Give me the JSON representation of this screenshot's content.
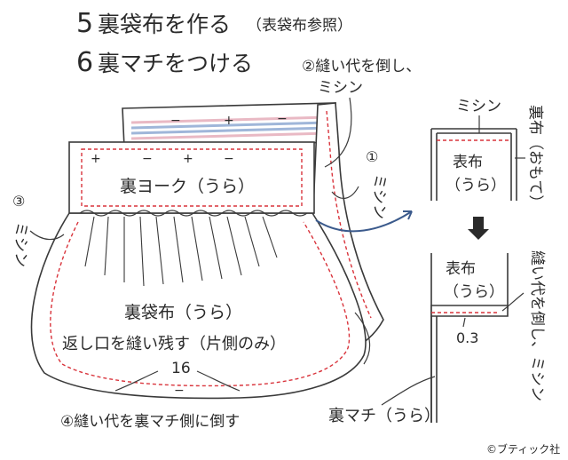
{
  "steps": [
    {
      "number": "5",
      "text": "裏袋布を作る",
      "note": "（表袋布参照）"
    },
    {
      "number": "6",
      "text": "裏マチをつける",
      "note": ""
    }
  ],
  "main_labels": {
    "yoke": "裏ヨーク（うら）",
    "bag_body": "裏袋布（うら）",
    "opening_note": "返し口を縫い残す（片側のみ）",
    "opening_size": "16",
    "gusset": "裏マチ（うら）",
    "plus": "+",
    "minus": "−"
  },
  "annotations": {
    "a1_circle": "①",
    "a1_text": "ミシン",
    "a2_line1": "②縫い代を倒し、",
    "a2_line2": "ミシン",
    "a3_circle": "③",
    "a3_text": "ミシン",
    "a4": "④縫い代を裏マチ側に倒す"
  },
  "detail": {
    "top_mishin": "ミシン",
    "ura_label_right": "裏布（おもて）",
    "omote": "表布",
    "ura": "（うら）",
    "fold_label": "縫い代を倒し、ミシン",
    "seam_allowance": "0.3"
  },
  "credit": "©ブティック社",
  "colors": {
    "stitch": "#d9343c",
    "arrow": "#3b5a8c",
    "stripe_blue": "#9fb6d9",
    "stripe_pink": "#e9b9c4"
  }
}
